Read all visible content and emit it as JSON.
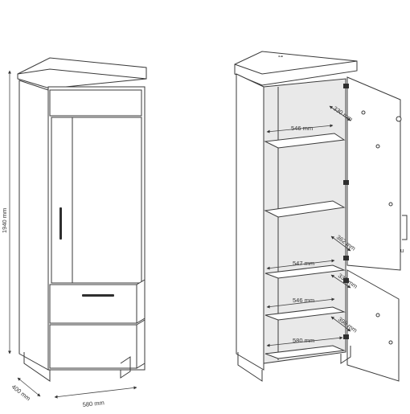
{
  "left_view": {
    "height_label": "1940 mm",
    "depth_label": "400 mm",
    "width_label": "580 mm"
  },
  "right_view": {
    "dimensions": [
      {
        "id": "shelf-top-width",
        "label": "546 mm"
      },
      {
        "id": "hinge-top-depth",
        "label": "330 mm"
      },
      {
        "id": "shelf-mid-width",
        "label": "547 mm"
      },
      {
        "id": "hinge-mid-depth",
        "label": "362 mm"
      },
      {
        "id": "hinge-low-depth",
        "label": "330 mm"
      },
      {
        "id": "shelf-low-width",
        "label": "546 mm"
      },
      {
        "id": "hinge-bottom-depth",
        "label": "398 mm"
      },
      {
        "id": "base-width",
        "label": "580 mm"
      }
    ],
    "side_mark": "u"
  }
}
